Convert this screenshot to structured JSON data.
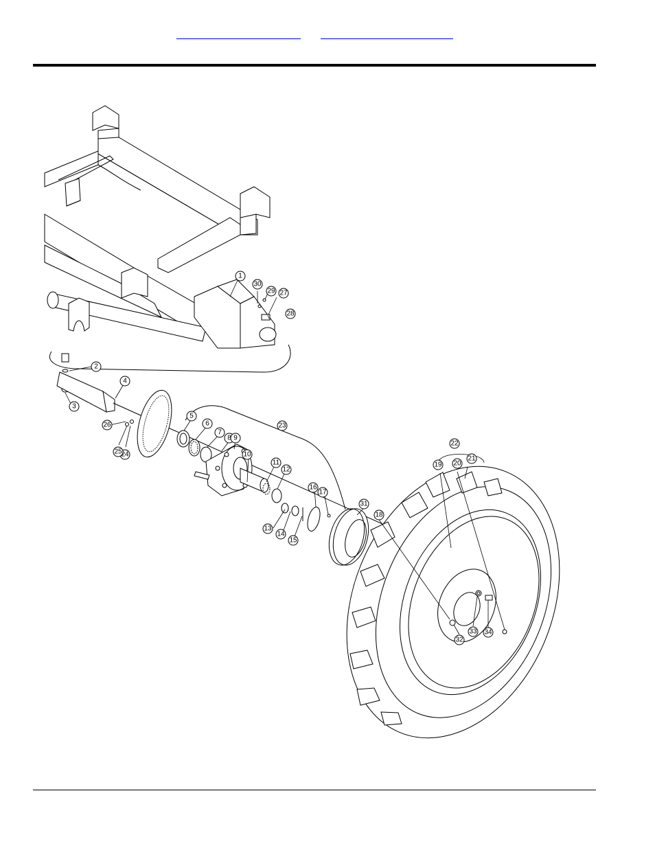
{
  "header": {
    "link_left": "",
    "link_right": ""
  },
  "diagram": {
    "callouts": [
      "1",
      "2",
      "3",
      "4",
      "5",
      "6",
      "7",
      "8",
      "9",
      "10",
      "11",
      "12",
      "13",
      "14",
      "15",
      "16",
      "17",
      "18",
      "19",
      "20",
      "21",
      "22",
      "23",
      "24",
      "25",
      "26",
      "27",
      "28",
      "29",
      "30",
      "31",
      "32",
      "33",
      "34"
    ]
  }
}
